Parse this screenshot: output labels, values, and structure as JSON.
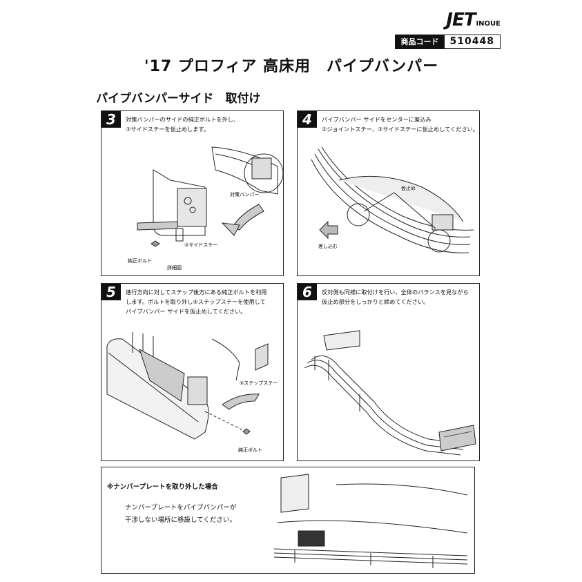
{
  "brand": {
    "logo_main": "JET",
    "logo_sub": "INOUE"
  },
  "product_code": {
    "label": "商品コード",
    "value": "510448"
  },
  "title": "'17 プロフィア 高床用　パイプバンパー",
  "section_heading": "パイプバンパーサイド　取付け",
  "steps": [
    {
      "number": "3",
      "text": "対策バンパーのサイドの純正ボルトを外し、\n③サイドステーを仮止めします。",
      "labels": {
        "bumper": "対策バンパー",
        "stay": "③サイドステー",
        "bolt": "純正ボルト",
        "detail": "詳細図"
      }
    },
    {
      "number": "4",
      "text": "パイプバンパー サイドをセンターに差込み\n②ジョイントステー、③サイドステーに仮止めしてください。",
      "labels": {
        "temp": "仮止め",
        "insert": "差し込む"
      }
    },
    {
      "number": "5",
      "text": "進行方向に対してステップ後方にある純正ボルトを利用\nします。ボルトを取り外し⑤ステップステーを使用して\nパイプバンパー サイドを仮止めしてください。",
      "labels": {
        "stay": "⑤ステップステー",
        "bolt": "純正ボルト"
      }
    },
    {
      "number": "6",
      "text": "反対側も同様に取付けを行い、全体のバランスを見ながら\n仮止め部分をしっかりと締めてください。",
      "labels": {}
    }
  ],
  "note": {
    "heading": "※ナンバープレートを取り外した場合",
    "body": "ナンバープレートをパイプバンパーが\n干渉しない場所に移設してください。"
  }
}
